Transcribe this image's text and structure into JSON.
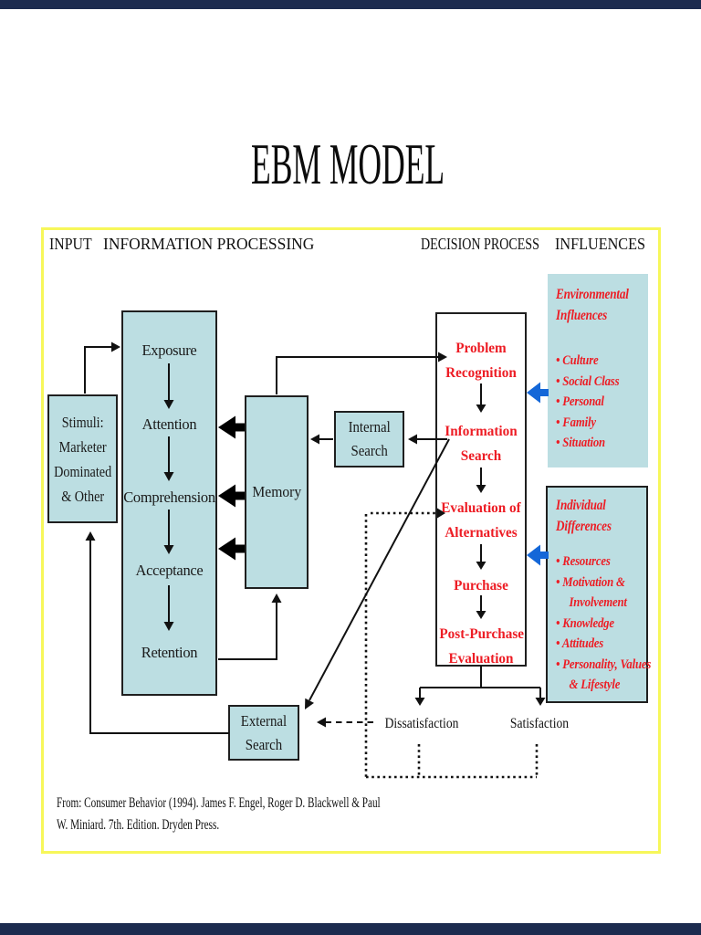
{
  "page": {
    "title": "EBM MODEL",
    "citation_line1": "From: Consumer Behavior (1994). James F. Engel, Roger D. Blackwell & Paul",
    "citation_line2": "W. Miniard.  7th. Edition.  Dryden Press."
  },
  "headers": {
    "input": "INPUT",
    "information_processing": "INFORMATION PROCESSING",
    "decision_process": "DECISION PROCESS",
    "influences": "INFLUENCES"
  },
  "boxes": {
    "stimuli": {
      "line1": "Stimuli:",
      "line2": "Marketer",
      "line3": "Dominated",
      "line4": "& Other"
    },
    "processing": {
      "item1": "Exposure",
      "item2": "Attention",
      "item3": "Comprehension",
      "item4": "Acceptance",
      "item5": "Retention"
    },
    "memory": {
      "label": "Memory"
    },
    "internal_search": {
      "line1": "Internal",
      "line2": "Search"
    },
    "external_search": {
      "line1": "External",
      "line2": "Search"
    },
    "decision": {
      "step1_line1": "Problem",
      "step1_line2": "Recognition",
      "step2_line1": "Information",
      "step2_line2": "Search",
      "step3_line1": "Evaluation of",
      "step3_line2": "Alternatives",
      "step4": "Purchase",
      "step5_line1": "Post-Purchase",
      "step5_line2": "Evaluation"
    },
    "environmental": {
      "title_line1": "Environmental",
      "title_line2": "Influences",
      "bullet1": "• Culture",
      "bullet2": "• Social Class",
      "bullet3": "• Personal",
      "bullet4": "• Family",
      "bullet5": "• Situation"
    },
    "individual": {
      "title_line1": "Individual",
      "title_line2": "Differences",
      "line1": "• Resources",
      "line2": "• Motivation &",
      "line3": "Involvement",
      "line4": "• Knowledge",
      "line5": "• Attitudes",
      "line6": "• Personality, Values",
      "line7": "& Lifestyle"
    }
  },
  "outcomes": {
    "negative": "Dissatisfaction",
    "positive": "Satisfaction"
  },
  "colors": {
    "box_fill": "#bcdee2",
    "frame_border": "#f7f75a",
    "decision_text": "#ed1c24",
    "influence_text": "#ed1c24",
    "block_arrow_blue": "#1467d8",
    "line_black": "#111111",
    "bar_navy": "#1c2b4f"
  }
}
